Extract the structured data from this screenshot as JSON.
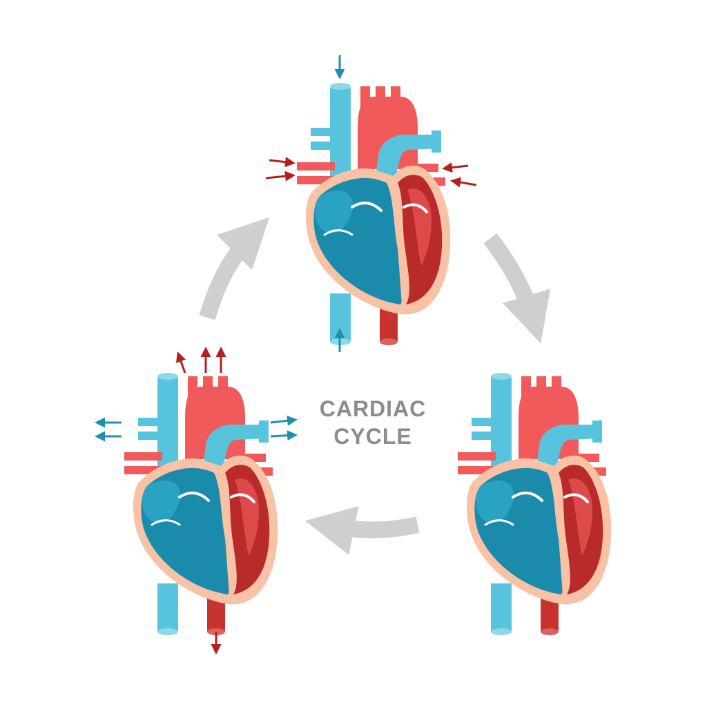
{
  "title": {
    "line1": "CARDIAC",
    "line2": "CYCLE"
  },
  "colors": {
    "background": "#ffffff",
    "title_text": "#8c8c8c",
    "cycle_arrow": "#cfcfcf",
    "oxygen_poor_blood": "#58c3dc",
    "right_chamber_dark": "#1a8bab",
    "right_chamber_light": "#2aa3c2",
    "oxygen_rich_blood": "#f05a5a",
    "left_chamber_dark": "#b92a2a",
    "left_chamber_light": "#dd4a4a",
    "heart_wall": "#f7c2a6",
    "valve": "#ffffff",
    "flow_arrow_red": "#b41e1e",
    "flow_arrow_blue": "#1f8fb0"
  },
  "hearts": [
    {
      "id": "top",
      "flow": "inflow"
    },
    {
      "id": "right",
      "flow": "none"
    },
    {
      "id": "left",
      "flow": "outflow"
    }
  ],
  "cycle_direction": "clockwise"
}
